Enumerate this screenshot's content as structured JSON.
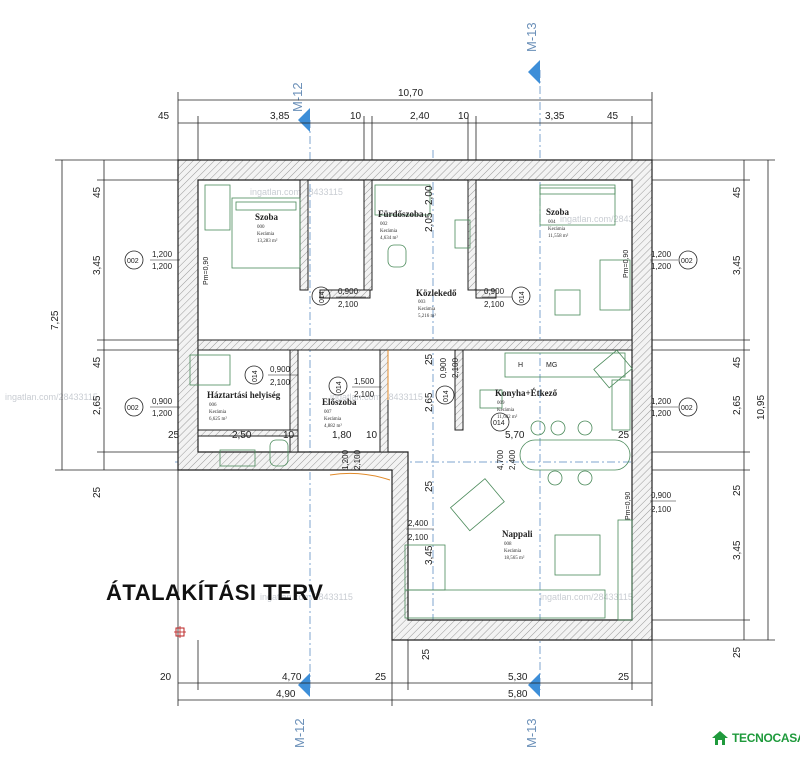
{
  "title": "ÁTALAKÍTÁSI TERV",
  "logo": "TECNOCASA",
  "watermark": "ingatlan.com/28433115",
  "section_marks": {
    "a": "M-12",
    "b": "M-13"
  },
  "dims": {
    "top_total": "10,70",
    "top_segments": [
      "45",
      "3,85",
      "10",
      "2,40",
      "10",
      "3,35",
      "45"
    ],
    "left_total": "7,25",
    "left_segments": [
      "45",
      "3,45",
      "45",
      "2,65",
      "25"
    ],
    "right_total": "10,95",
    "right_segments": [
      "45",
      "3,45",
      "45",
      "2,65",
      "25",
      "3,45",
      "25"
    ],
    "bottom_segments": [
      "20",
      "4,70",
      "25",
      "5,30",
      "25"
    ],
    "bottom_totals": [
      "4,90",
      "5,80"
    ],
    "inner": [
      "2,50",
      "10",
      "1,80",
      "10",
      "5,70",
      "25",
      "25",
      "2,05",
      "2,65",
      "3,45",
      "25",
      "25",
      "2,00"
    ]
  },
  "rooms": [
    {
      "name": "Szoba",
      "code": "000",
      "floor": "Kerámia",
      "area": "13,283 m²"
    },
    {
      "name": "Fürdőszoba",
      "code": "002",
      "floor": "Kerámia",
      "area": "4,634 m²"
    },
    {
      "name": "Szoba",
      "code": "004",
      "floor": "Kerámia",
      "area": "11,558 m²"
    },
    {
      "name": "Közlekedő",
      "code": "003",
      "floor": "Kerámia",
      "area": "5,216 m²"
    },
    {
      "name": "Háztartási helyiség",
      "code": "006",
      "floor": "Kerámia",
      "area": "6,625 m²"
    },
    {
      "name": "Előszoba",
      "code": "007",
      "floor": "Kerámia",
      "area": "4,882 m²"
    },
    {
      "name": "Konyha+Étkező",
      "code": "009",
      "floor": "Kerámia",
      "area": "11,682 m²"
    },
    {
      "name": "Nappali",
      "code": "008",
      "floor": "Kerámia",
      "area": "18,565 m²"
    }
  ],
  "openings": [
    {
      "w": "1,200",
      "h": "1,200",
      "tag": "002"
    },
    {
      "w": "1,200",
      "h": "1,200",
      "tag": "002"
    },
    {
      "w": "1,200",
      "h": "1,200",
      "tag": "002"
    },
    {
      "w": "0,900",
      "h": "1,200",
      "tag": "002"
    },
    {
      "w": "0,900",
      "h": "2,100",
      "tag": "014"
    },
    {
      "w": "0,900",
      "h": "2,100",
      "tag": "014"
    },
    {
      "w": "0,900",
      "h": "2,100",
      "tag": "014"
    },
    {
      "w": "1,500",
      "h": "2,100",
      "tag": "014"
    },
    {
      "w": "0,900",
      "h": "2,100",
      "tag": "014"
    },
    {
      "w": "4,700",
      "h": "2,400",
      "tag": "014"
    },
    {
      "w": "2,400",
      "h": "2,100",
      "tag": ""
    },
    {
      "w": "0,900",
      "h": "2,100",
      "tag": ""
    },
    {
      "w": "1,200",
      "h": "2,100",
      "tag": ""
    }
  ],
  "small_labels": {
    "pm": "Pm=0,90",
    "h": "H",
    "mg": "MG"
  }
}
